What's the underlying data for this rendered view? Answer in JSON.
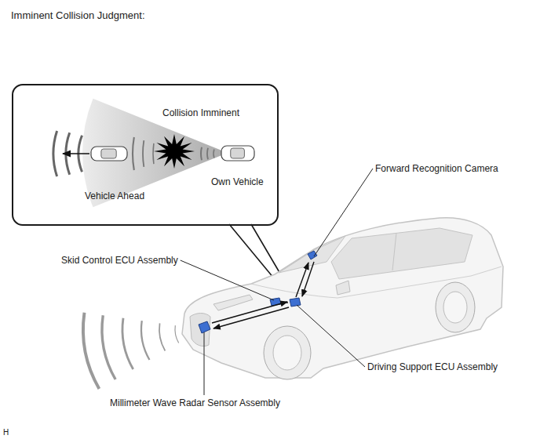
{
  "diagram": {
    "title": "Imminent Collision Judgment:",
    "nodes": [
      {
        "text": [
          "Collision Imminent",
          "Vehicle Ahead",
          "Own Vehicle"
        ]
      }
    ],
    "labels": [
      "Forward Recognition Camera",
      "Skid Control ECU Assembly",
      "Driving Support ECU Assembly",
      "Millimeter Wave Radar Sensor Assembly",
      "H"
    ]
  }
}
